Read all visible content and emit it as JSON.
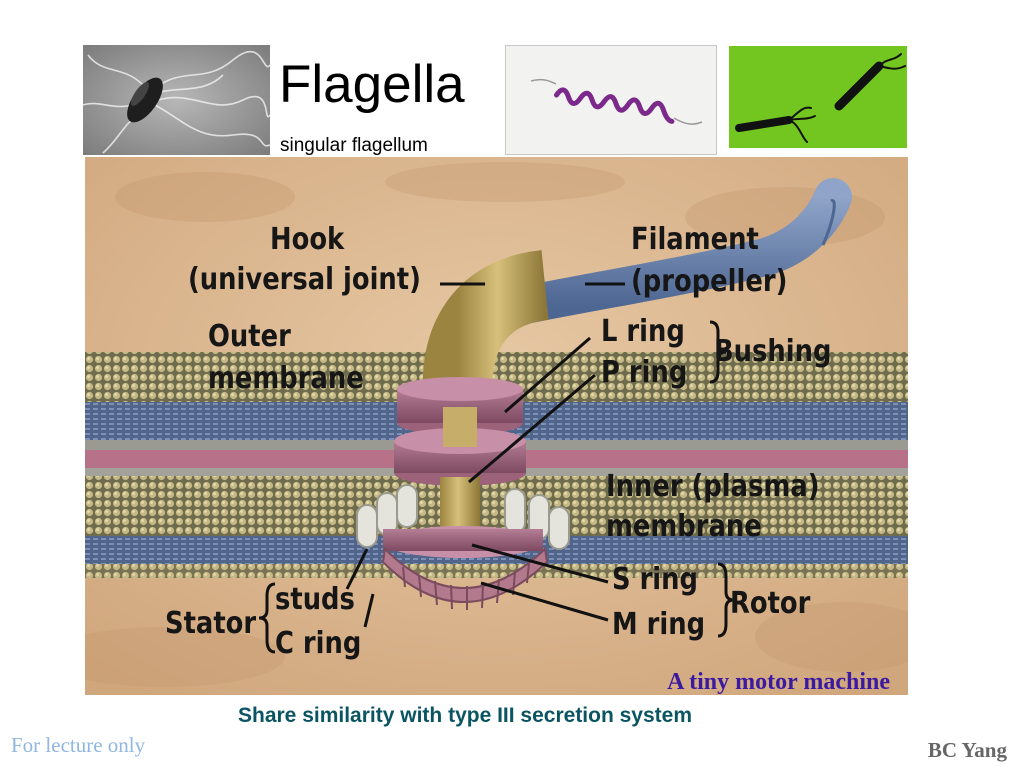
{
  "slide": {
    "title": "Flagella",
    "subtitle": "singular flagellum"
  },
  "photos": [
    {
      "name": "electron-micrograph"
    },
    {
      "name": "spirochete-stain"
    },
    {
      "name": "green-stained-bacteria"
    }
  ],
  "diagram": {
    "labels": {
      "hook": "Hook",
      "hook_sub": "(universal joint)",
      "filament": "Filament",
      "filament_sub": "(propeller)",
      "outer_membrane_1": "Outer",
      "outer_membrane_2": "membrane",
      "l_ring": "L ring",
      "p_ring": "P ring",
      "bushing": "Bushing",
      "inner_membrane_1": "Inner (plasma)",
      "inner_membrane_2": "membrane",
      "s_ring": "S ring",
      "m_ring": "M ring",
      "rotor": "Rotor",
      "stator": "Stator",
      "studs": "studs",
      "c_ring": "C ring"
    },
    "caption": "A tiny motor machine"
  },
  "footer": {
    "similarity": "Share similarity with type III secretion system",
    "lecture_note": "For lecture only",
    "author": "BC Yang"
  },
  "colors": {
    "caption": "#3b1aa1",
    "similarity": "#0b5563",
    "lecture_note": "#8fb7e2",
    "author": "#666666"
  }
}
